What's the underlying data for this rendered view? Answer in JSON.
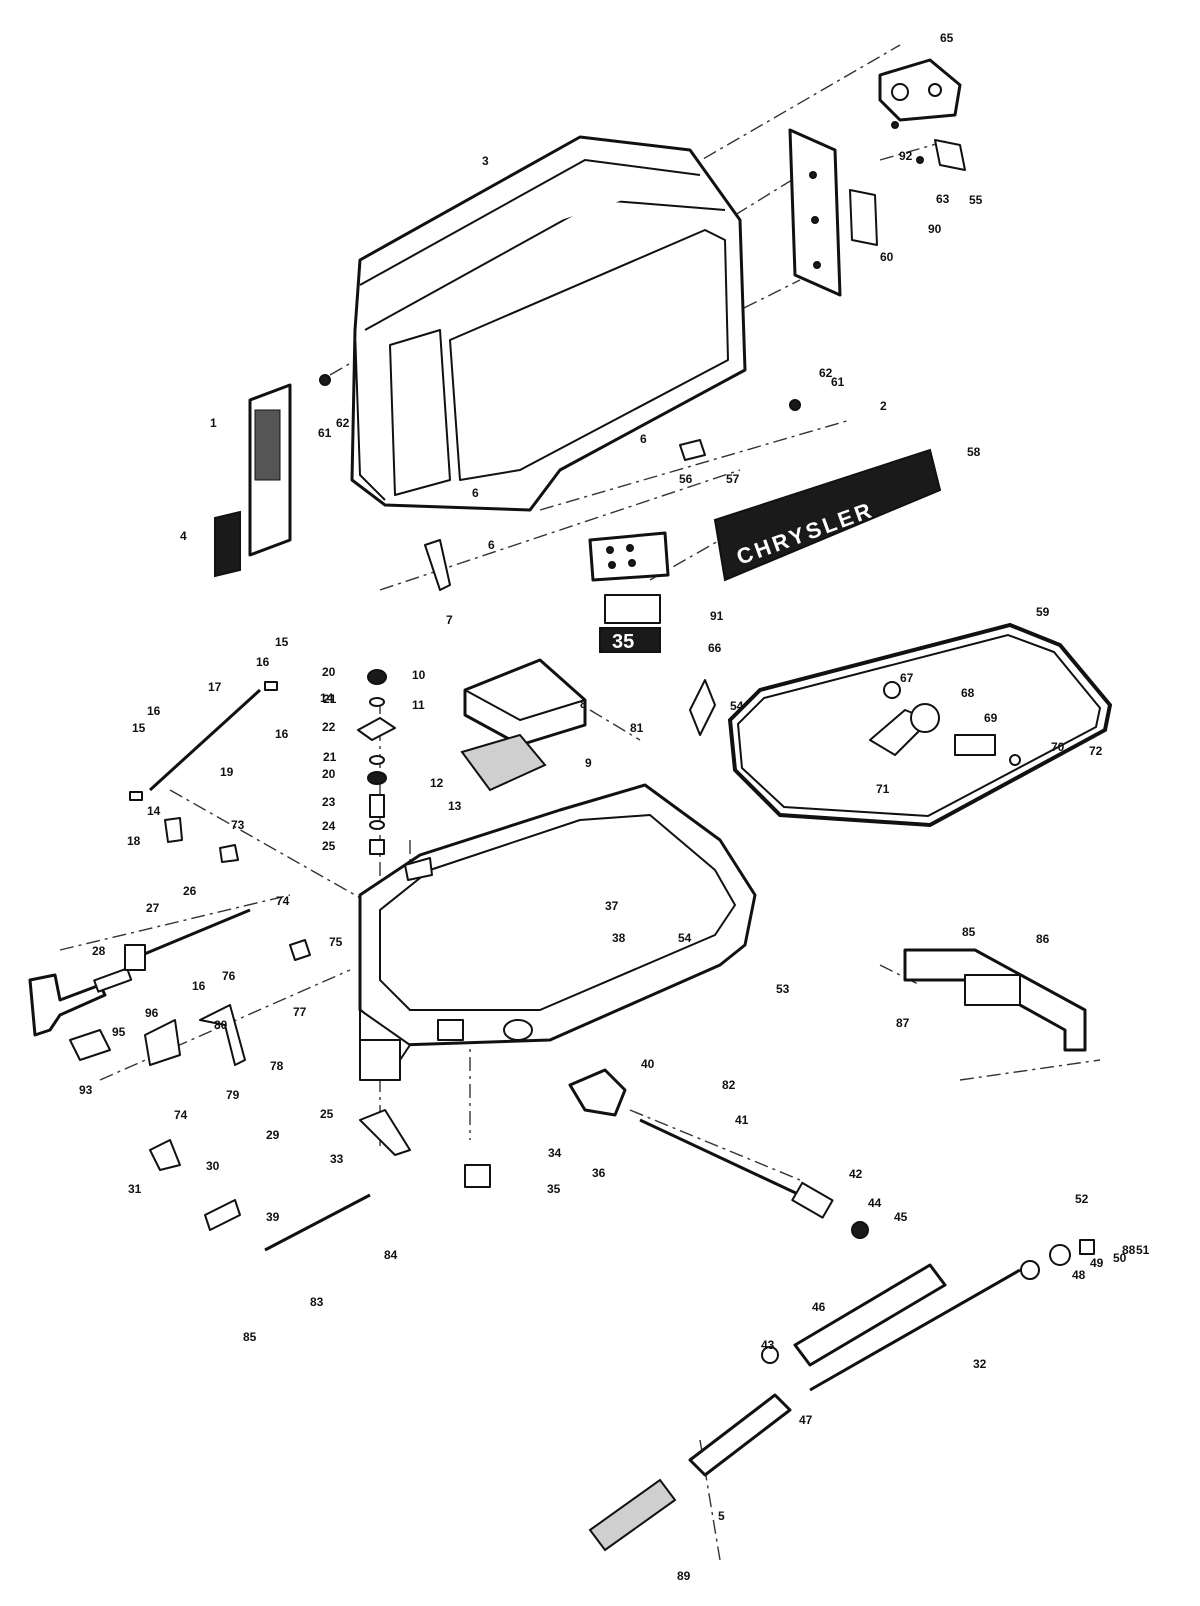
{
  "diagram": {
    "brand_text": "CHRYSLER",
    "badge_text": "35",
    "labels": [
      "1",
      "2",
      "3",
      "4",
      "5",
      "6",
      "6",
      "6",
      "7",
      "8",
      "9",
      "10",
      "11",
      "12",
      "13",
      "14",
      "14",
      "15",
      "15",
      "16",
      "16",
      "16",
      "16",
      "17",
      "18",
      "19",
      "20",
      "20",
      "21",
      "21",
      "22",
      "23",
      "24",
      "25",
      "25",
      "26",
      "27",
      "28",
      "29",
      "30",
      "31",
      "32",
      "33",
      "34",
      "35",
      "36",
      "37",
      "38",
      "39",
      "40",
      "41",
      "42",
      "43",
      "44",
      "45",
      "46",
      "47",
      "48",
      "49",
      "50",
      "51",
      "52",
      "53",
      "54",
      "54",
      "55",
      "56",
      "57",
      "58",
      "59",
      "60",
      "61",
      "61",
      "62",
      "62",
      "63",
      "65",
      "66",
      "67",
      "68",
      "69",
      "70",
      "71",
      "72",
      "73",
      "74",
      "74",
      "75",
      "76",
      "77",
      "78",
      "79",
      "80",
      "81",
      "82",
      "83",
      "84",
      "85",
      "85",
      "86",
      "87",
      "88",
      "89",
      "90",
      "91",
      "92",
      "93",
      "95",
      "96",
      "96"
    ]
  }
}
